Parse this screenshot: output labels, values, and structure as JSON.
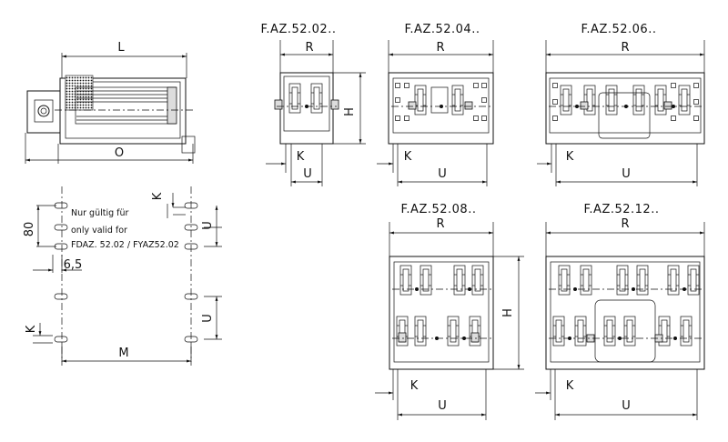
{
  "models": {
    "m02": "F.AZ.52.02..",
    "m04": "F.AZ.52.04..",
    "m06": "F.AZ.52.06..",
    "m08": "F.AZ.52.08..",
    "m12": "F.AZ.52.12.."
  },
  "dims": {
    "L": "L",
    "O": "O",
    "R": "R",
    "H": "H",
    "K": "K",
    "U": "U",
    "M": "M",
    "eighty": "80",
    "six_five": "6,5"
  },
  "note": {
    "line1": "Nur gültig für",
    "line2": "only valid for",
    "line3": "FDAZ. 52.02 / FYAZ52.02"
  }
}
